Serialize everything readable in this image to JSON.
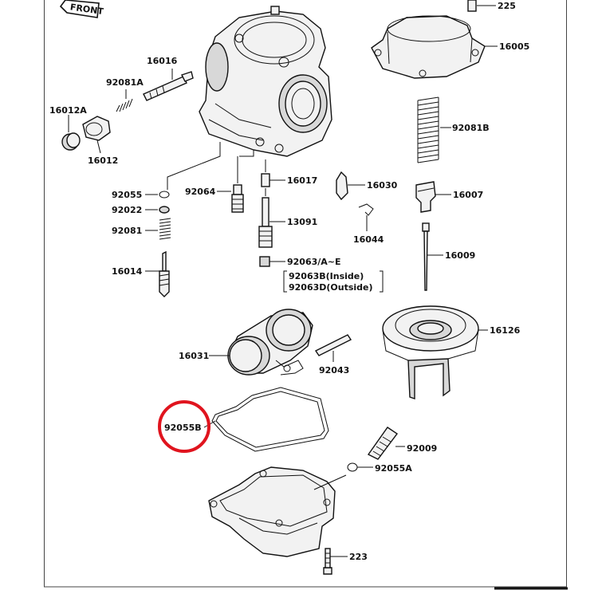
{
  "diagram": {
    "arrow_label": "FRONT",
    "highlight_color": "#e0141e",
    "labels": {
      "p225": "225",
      "p16005": "16005",
      "p16016": "16016",
      "p92081A": "92081A",
      "p16012A": "16012A",
      "p16012": "16012",
      "p92081B": "92081B",
      "p92055": "92055",
      "p92064": "92064",
      "p16017": "16017",
      "p16030": "16030",
      "p16007": "16007",
      "p92022": "92022",
      "p13091": "13091",
      "p92081": "92081",
      "p16044": "16044",
      "p16009": "16009",
      "p16014": "16014",
      "p92063": "92063/A~E",
      "p92063B": "92063B(Inside)",
      "p92063D": "92063D(Outside)",
      "p16126": "16126",
      "p16031": "16031",
      "p92043": "92043",
      "p92055B": "92055B",
      "p92009": "92009",
      "p92055A": "92055A",
      "p223": "223"
    }
  }
}
